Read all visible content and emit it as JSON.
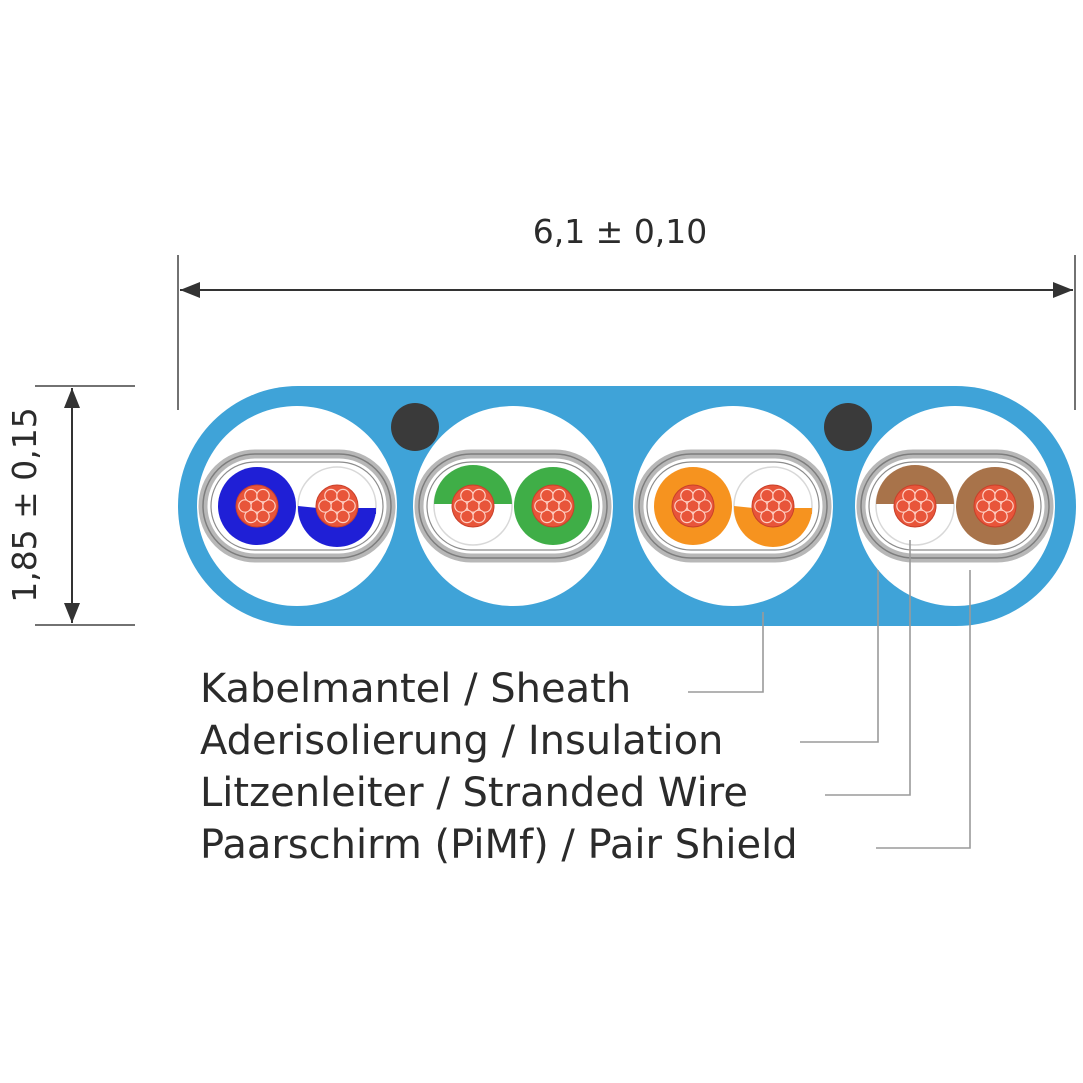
{
  "dimensions": {
    "width": "6,1 ± 0,10",
    "height": "1,85 ± 0,15"
  },
  "labels": [
    "Kabelmantel / Sheath",
    "Aderisolierung / Insulation",
    "Litzenleiter / Stranded Wire",
    "Paarschirm (PiMf) / Pair Shield"
  ],
  "colors": {
    "sheath": "#3fa3d8",
    "shield_gray": "#b7b7b7",
    "drain_wire": "#3a3a3a",
    "conductor": "#e8553a",
    "pairs": [
      {
        "name": "blue",
        "color": "#1f1fd6"
      },
      {
        "name": "green",
        "color": "#3fae47"
      },
      {
        "name": "orange",
        "color": "#f6931f"
      },
      {
        "name": "brown",
        "color": "#a8734a"
      }
    ]
  }
}
